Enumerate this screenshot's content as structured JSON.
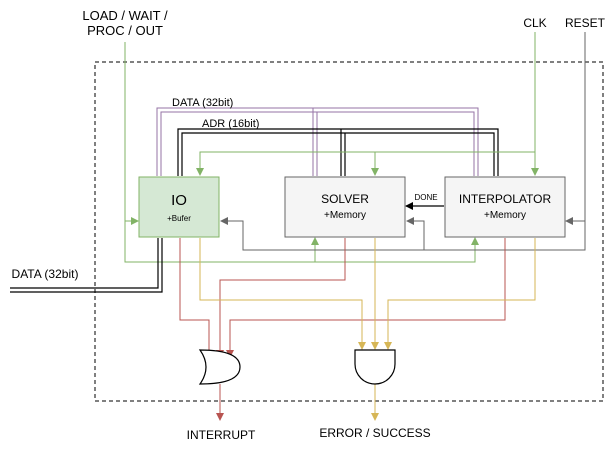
{
  "inputs": {
    "control": [
      "LOAD / WAIT /",
      "PROC / OUT"
    ],
    "clk": "CLK",
    "reset": "RESET",
    "data_in": "DATA (32bit)"
  },
  "buses": {
    "data": "DATA (32bit)",
    "adr": "ADR (16bit)"
  },
  "blocks": {
    "io": {
      "title": "IO",
      "subtitle": "+Bufer"
    },
    "solver": {
      "title": "SOLVER",
      "subtitle": "+Memory"
    },
    "interpolator": {
      "title": "INTERPOLATOR",
      "subtitle": "+Memory"
    }
  },
  "signals": {
    "done": "DONE"
  },
  "outputs": {
    "interrupt": "INTERRUPT",
    "error_success": "ERROR / SUCCESS"
  },
  "colors": {
    "green": "#82b366",
    "purple": "#9673a6",
    "red": "#b85450",
    "gold": "#d6b656",
    "gray": "#666666",
    "io_fill": "#d5e8d4",
    "block_fill": "#f5f5f5"
  }
}
